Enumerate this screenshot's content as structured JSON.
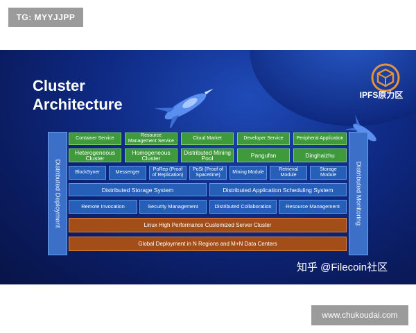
{
  "tags": {
    "top": "TG: MYYJJPP",
    "bottom": "www.chukoudai.com"
  },
  "title": {
    "line1": "Cluster",
    "line2": "Architecture"
  },
  "logo": {
    "label": "IPFS原力区"
  },
  "sides": {
    "left": "Distributed Deployment",
    "right": "Distributed Monitoring"
  },
  "rows": {
    "r1": [
      "Container Service",
      "Resource Management Service",
      "Cloud Market",
      "Developer Service",
      "Peripheral Application"
    ],
    "r2": [
      "Heterogeneous Cluster",
      "Homogeneous Cluster",
      "Distributed Mining Pool",
      "Pangufan",
      "Dinghaizhu"
    ],
    "r3": [
      "BlockSyner",
      "Messenger",
      "PoRep (Proof of Replication)",
      "PoSt (Proof of Spacetime)",
      "Mining Module",
      "Retrieval Module",
      "Storage Module"
    ],
    "r4": [
      "Distributed Storage System",
      "Distributed Application Scheduling System"
    ],
    "r5": [
      "Remote Invocation",
      "Security Management",
      "Distributed Collaboration",
      "Resource Management"
    ],
    "r6": [
      "Linux High Performance Customized Server Cluster"
    ],
    "r7": [
      "Global Deployment in N Regions and M+N Data Centers"
    ]
  },
  "watermark": "知乎 @Filecoin社区",
  "icons": [
    "rocket-icon",
    "ipfs-cube-logo-icon",
    "planet-icon"
  ],
  "colors": {
    "background": "#0f2b86",
    "green": "#3e9a3a",
    "blue": "#255fb8",
    "orange": "#a34e18",
    "side": "#3c6fc7"
  }
}
